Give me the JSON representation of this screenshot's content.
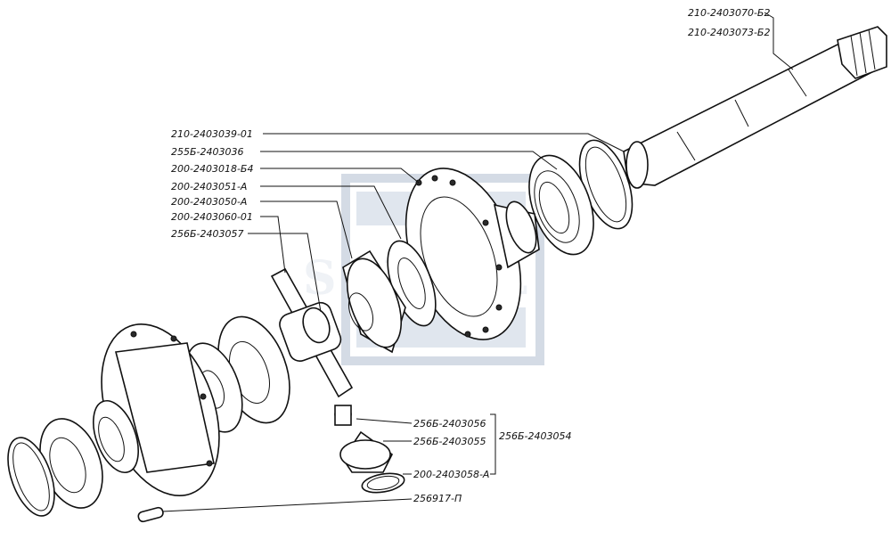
{
  "watermark": {
    "text": "SIMAL",
    "color": "#b9c6d8"
  },
  "labels": {
    "shaft_a": "210-2403070-Б2",
    "shaft_b": "210-2403073-Б2",
    "ring": "210-2403039-01",
    "bearing": "255Б-2403036",
    "housing": "200-2403018-Б4",
    "washer": "200-2403051-А",
    "side_gear": "200-2403050-А",
    "cross": "200-2403060-01",
    "bushing_top": "256Б-2403057",
    "pinion_bushing": "256Б-2403056",
    "pinion": "256Б-2403055",
    "pinion_washer": "200-2403058-А",
    "pin": "256917-П",
    "pinion_group": "256Б-2403054"
  }
}
